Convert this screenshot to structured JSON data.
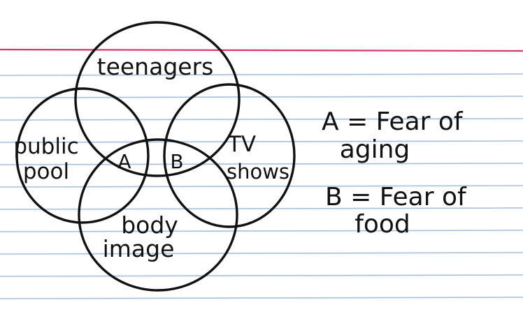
{
  "card": {
    "paper_color": "#fefefe",
    "rule_color": "#a9c0dc",
    "margin_line_color": "#d8356a",
    "ink_color": "#111111"
  },
  "circles": [
    {
      "id": "teenagers",
      "label_lines": [
        "teenagers"
      ]
    },
    {
      "id": "public-pool",
      "label_lines": [
        "public",
        "pool"
      ]
    },
    {
      "id": "tv-shows",
      "label_lines": [
        "TV",
        "shows"
      ]
    },
    {
      "id": "body-image",
      "label_lines": [
        "body",
        "image"
      ]
    }
  ],
  "regions": {
    "a": "A",
    "b": "B"
  },
  "legend": {
    "a_line1": "A = Fear of",
    "a_line2": "aging",
    "b_line1": "B = Fear of",
    "b_line2": "food"
  }
}
